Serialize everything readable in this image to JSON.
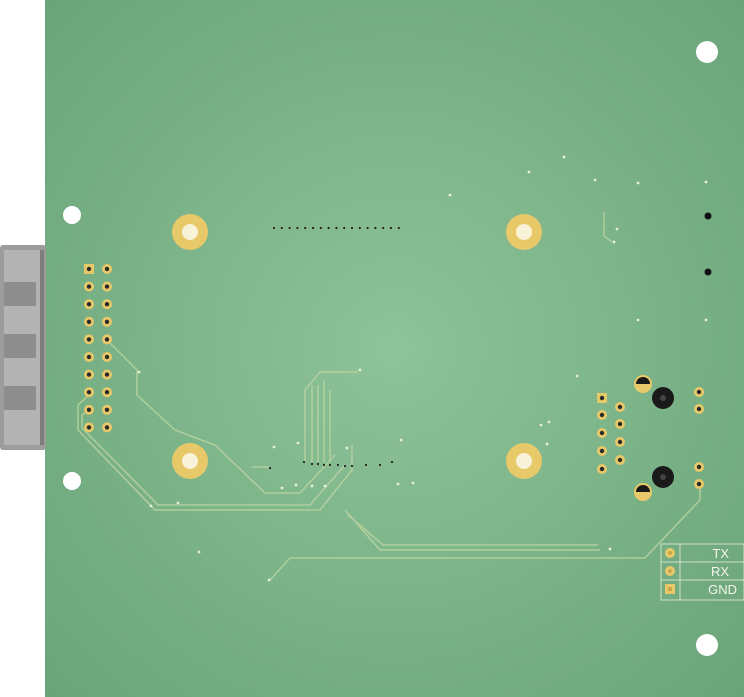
{
  "board": {
    "name": "pcb-render",
    "colors": {
      "soldermask": "#7fb38b",
      "soldermask_dark": "#6fa67c",
      "pad_gold": "#e8c96a",
      "trace": "#b9d4a0",
      "silkscreen": "#f4f4ec",
      "connector_gray": "#a8a8a8"
    }
  },
  "serial_header": {
    "pins": [
      {
        "label": "TX"
      },
      {
        "label": "RX"
      },
      {
        "label": "GND"
      }
    ]
  }
}
